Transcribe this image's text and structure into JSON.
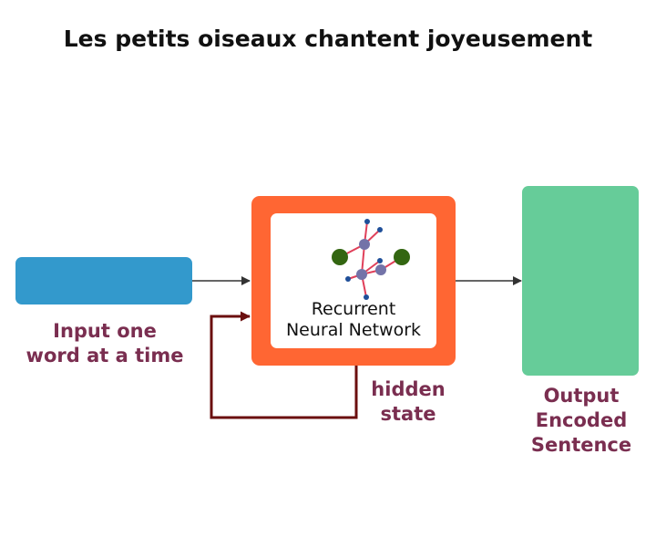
{
  "title": "Les petits oiseaux chantent joyeusement",
  "rnn": {
    "label_line1": "Recurrent",
    "label_line2": "Neural Network",
    "icon": "neural-network-icon"
  },
  "labels": {
    "input_line1": "Input one",
    "input_line2": "word at a time",
    "hidden_line1": "hidden",
    "hidden_line2": "state",
    "output_line1": "Output",
    "output_line2": "Encoded",
    "output_line3": "Sentence"
  },
  "colors": {
    "input": "#3399cc",
    "rnn": "#ff6633",
    "output": "#66cc99",
    "label": "#7a2e50",
    "recurrence_arrow": "#6b0f0f"
  }
}
